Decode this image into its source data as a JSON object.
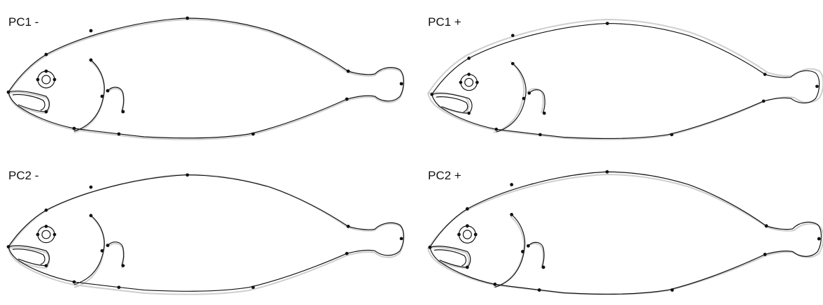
{
  "figure": {
    "panels": [
      {
        "id": "pc1-minus",
        "label": "PC1 -"
      },
      {
        "id": "pc1-plus",
        "label": "PC1 +"
      },
      {
        "id": "pc2-minus",
        "label": "PC2 -"
      },
      {
        "id": "pc2-plus",
        "label": "PC2 +"
      }
    ]
  },
  "colors": {
    "outline": "#111111",
    "consensus_outline": "#cfcfcf",
    "landmark": "#111111"
  }
}
